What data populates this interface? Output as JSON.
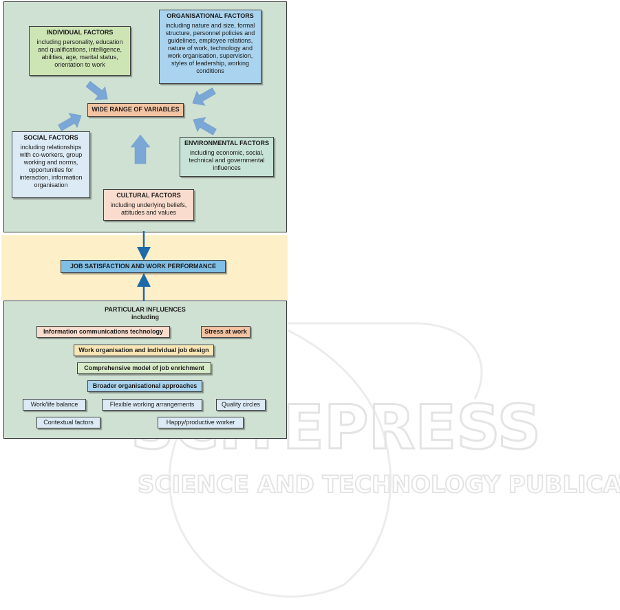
{
  "watermark": {
    "brand": "SCITEPRESS",
    "tagline": "SCIENCE AND TECHNOLOGY PUBLICATIONS"
  },
  "factors": {
    "individual": {
      "title": "INDIVIDUAL FACTORS",
      "desc": "including personality, education and qualifications, intelligence, abilities, age, marital status, orientation to work"
    },
    "organisational": {
      "title": "ORGANISATIONAL FACTORS",
      "desc": "including nature and size, formal structure, personnel policies and guidelines, employee relations, nature of work, technology and work organisation, supervision, styles of leadership, working conditions"
    },
    "wide_range": "WIDE RANGE OF VARIABLES",
    "social": {
      "title": "SOCIAL FACTORS",
      "desc": "including relationships with co-workers, group working and norms, opportunities for interaction, information organisation"
    },
    "environmental": {
      "title": "ENVIRONMENTAL FACTORS",
      "desc": "including economic, social, technical and governmental influences"
    },
    "cultural": {
      "title": "CULTURAL FACTORS",
      "desc": "including underlying beliefs, attitudes and values"
    }
  },
  "outcome": "JOB SATISFACTION AND WORK PERFORMANCE",
  "influences": {
    "title": "PARTICULAR INFLUENCES",
    "subtitle": "including",
    "ict": "Information communications technology",
    "stress": "Stress at work",
    "work_org": "Work organisation and individual job design",
    "enrichment": "Comprehensive model of job enrichment",
    "broader": "Broader organisational approaches",
    "work_life": "Work/life balance",
    "flexible": "Flexible working arrangements",
    "quality": "Quality circles",
    "contextual": "Contextual factors",
    "happy": "Happy/productive worker"
  },
  "colors": {
    "panel_green": "#cfe1d3",
    "panel_yellow": "#fdf0c8",
    "arrow_blue": "#7ba7d6",
    "connector_blue": "#1e6aa8"
  }
}
